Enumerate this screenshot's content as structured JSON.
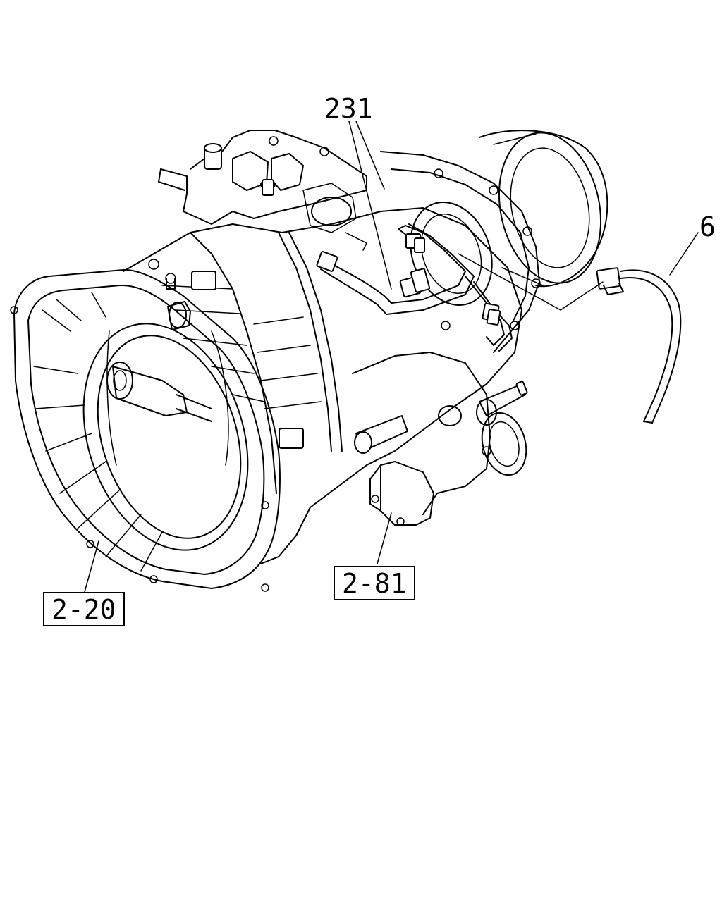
{
  "callouts": {
    "part_231": "231",
    "part_6": "6",
    "ref_2_20": "2-20",
    "ref_2_81": "2-81"
  },
  "colors": {
    "line": "#000000",
    "background": "#ffffff"
  }
}
